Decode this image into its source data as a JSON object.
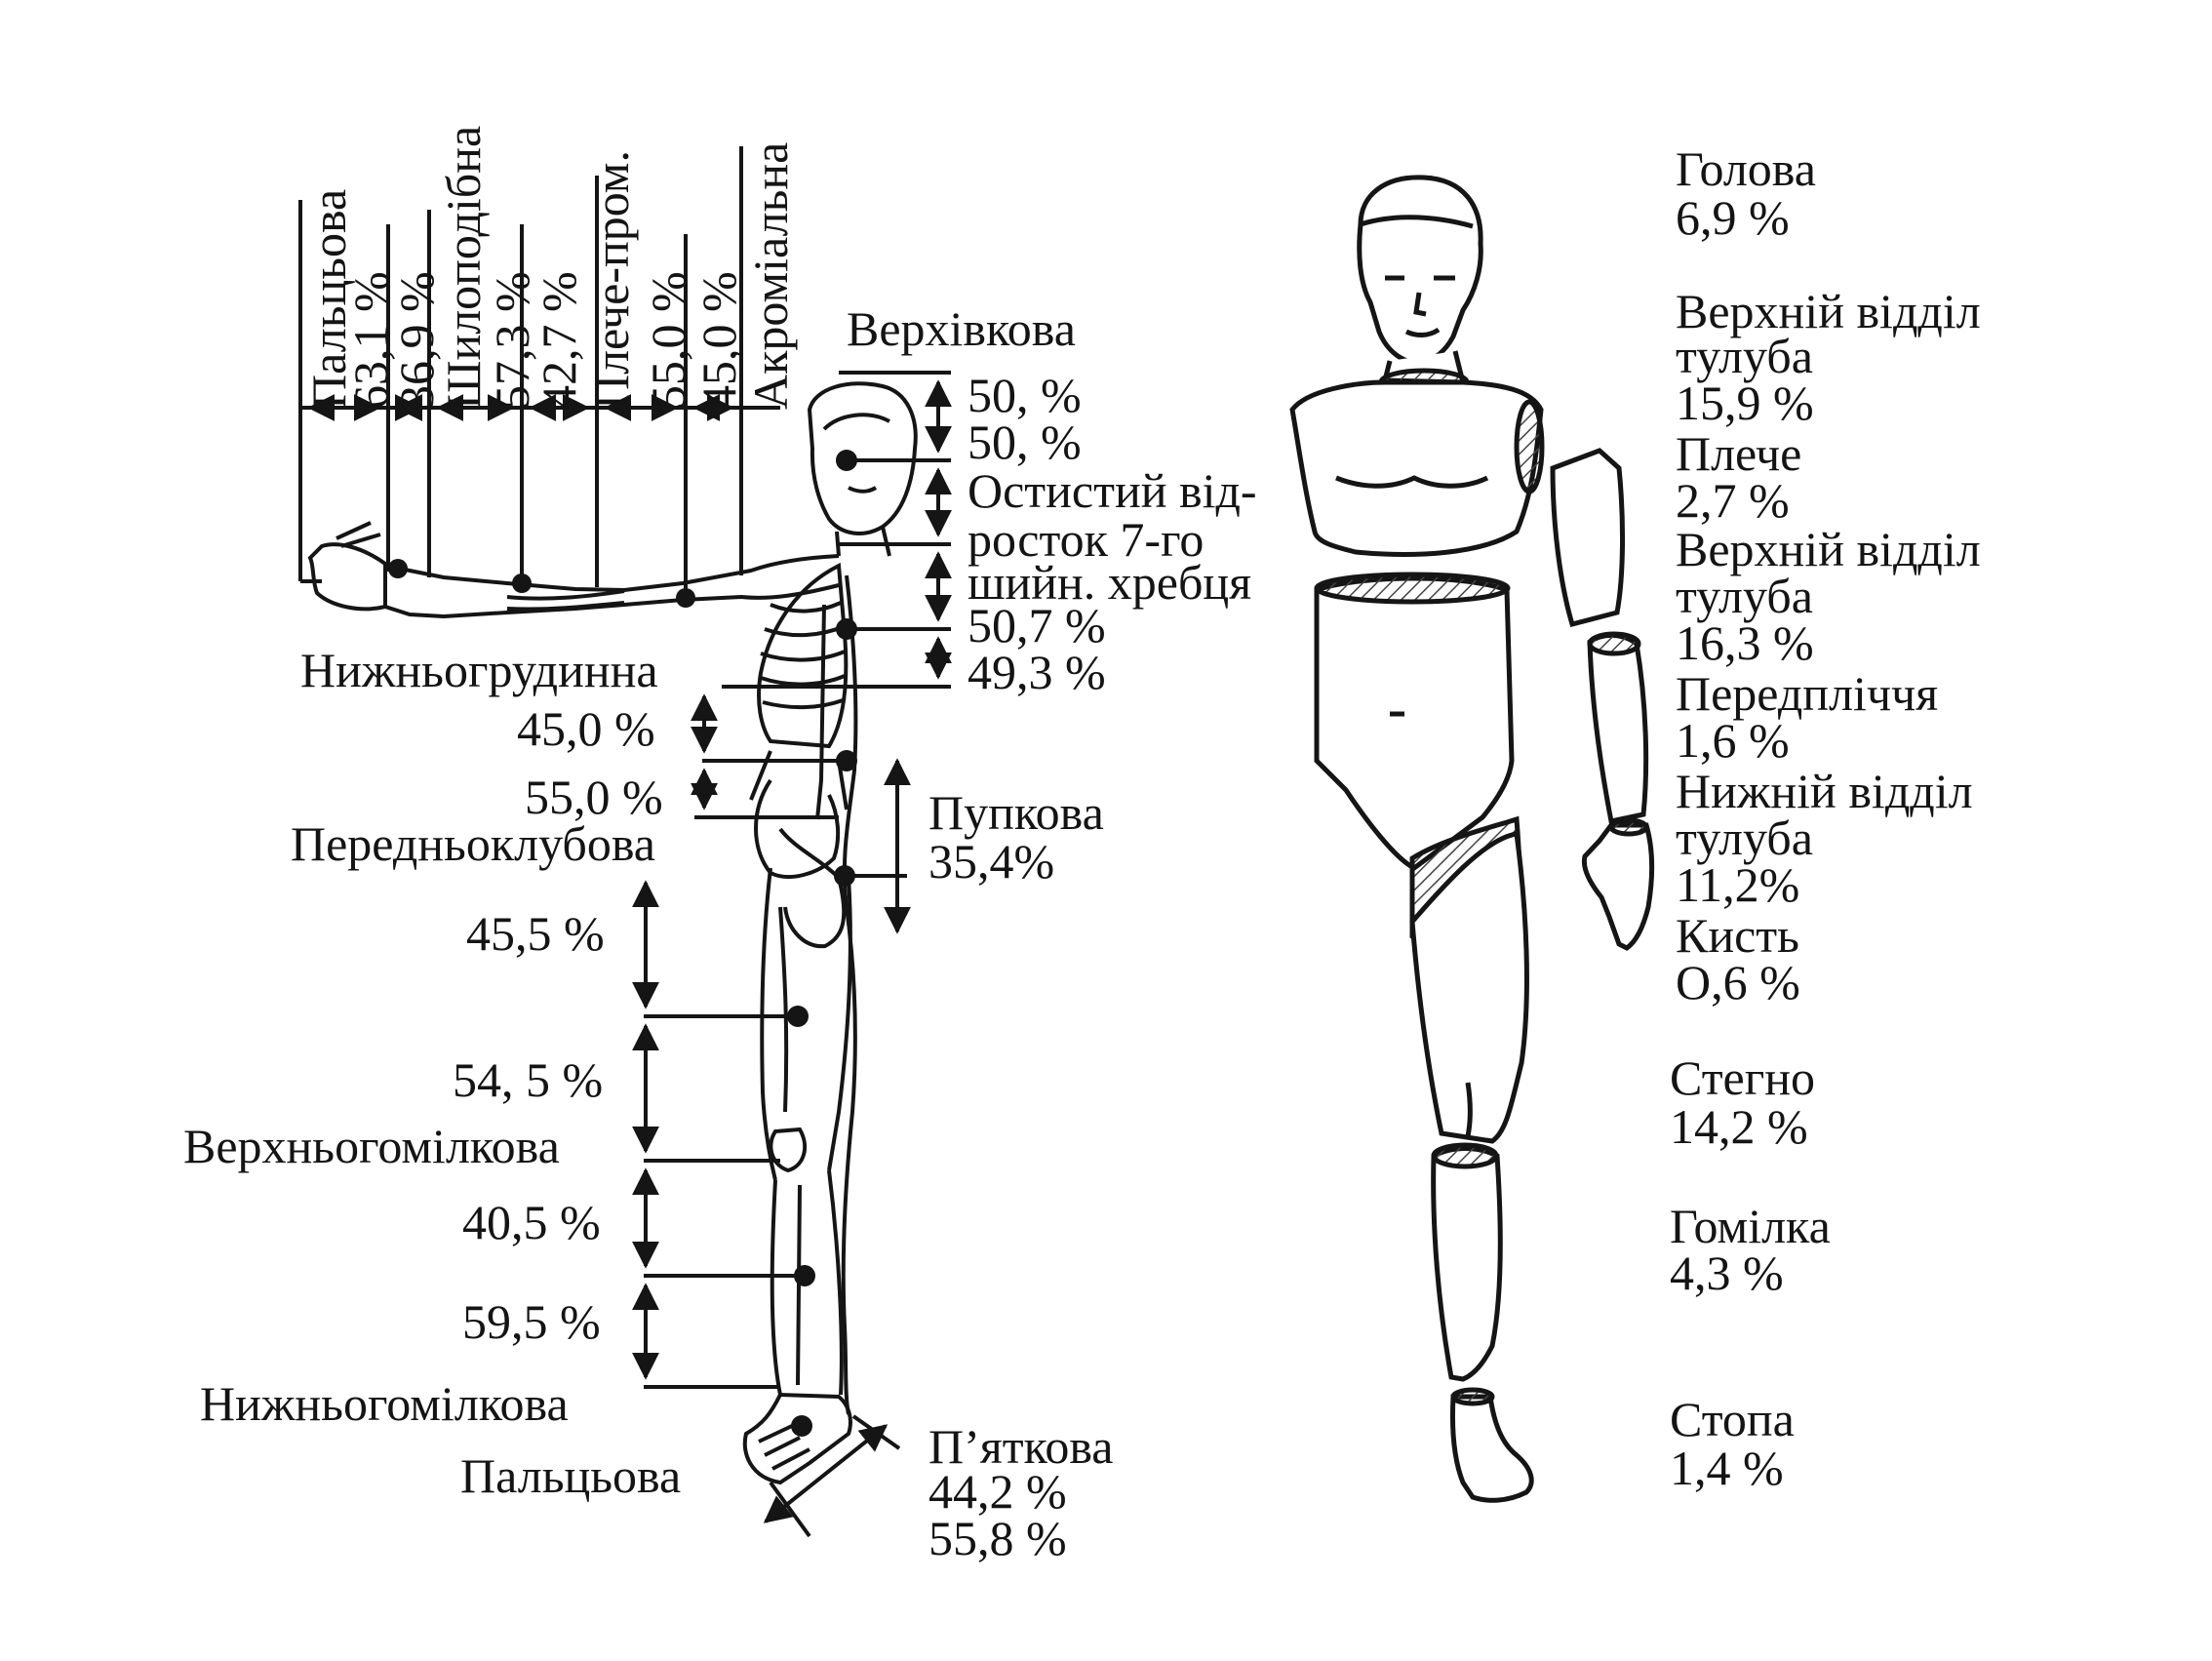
{
  "left_diagram": {
    "arm_columns": [
      {
        "name": "Пальцьова",
        "upper": "63,1 %",
        "lower": "36,9 %"
      },
      {
        "name": "Шилоподібна",
        "upper": "57,3 %",
        "lower": "42,7 %"
      },
      {
        "name": "Плече-пром.",
        "upper": "55,0 %",
        "lower": "45,0 %"
      },
      {
        "name": "Акроміальна",
        "upper": "",
        "lower": ""
      }
    ],
    "head": {
      "name": "Верхівкова",
      "upper": "50, %",
      "lower": "50, %"
    },
    "spinous": {
      "line1": "Остистий від-",
      "line2": "росток 7-го",
      "line3": "шийн. хребця"
    },
    "trunk": {
      "upper": "50,7 %",
      "lower": "49,3 %"
    },
    "sternal": {
      "name": "Нижньогрудинна",
      "upper": "45,0 %",
      "lower": "55,0 %"
    },
    "umbilical": {
      "name": "Пупкова",
      "value": "35,4%"
    },
    "iliac": {
      "name": "Передньоклубова"
    },
    "thigh": {
      "upper": "45,5 %",
      "lower": "54, 5 %"
    },
    "upper_tibial": {
      "name": "Верхньогомілкова"
    },
    "shank": {
      "upper": "40,5 %",
      "lower": "59,5 %"
    },
    "lower_tibial": {
      "name": "Нижньогомілкова"
    },
    "foot": {
      "toe": "Пальцьова",
      "heel": "П’яткова",
      "upper": "44,2 %",
      "lower": "55,8 %"
    }
  },
  "right_diagram": {
    "segments": [
      {
        "name": "Голова",
        "name2": "",
        "value": "6,9 %"
      },
      {
        "name": "Верхній відділ",
        "name2": "тулуба",
        "value": "15,9 %"
      },
      {
        "name": "Плече",
        "name2": "",
        "value": "2,7 %"
      },
      {
        "name": "Верхній відділ",
        "name2": "тулуба",
        "value": "16,3 %"
      },
      {
        "name": "Передпліччя",
        "name2": "",
        "value": "1,6 %"
      },
      {
        "name": "Нижній відділ",
        "name2": "тулуба",
        "value": "11,2%"
      },
      {
        "name": "Кисть",
        "name2": "",
        "value": "О,6 %"
      },
      {
        "name": "Стегно",
        "name2": "",
        "value": "14,2 %"
      },
      {
        "name": "Гомілка",
        "name2": "",
        "value": "4,3 %"
      },
      {
        "name": "Стопа",
        "name2": "",
        "value": "1,4 %"
      }
    ]
  },
  "colors": {
    "ink": "#151515",
    "paper": "#ffffff",
    "hatch": "#555555"
  }
}
